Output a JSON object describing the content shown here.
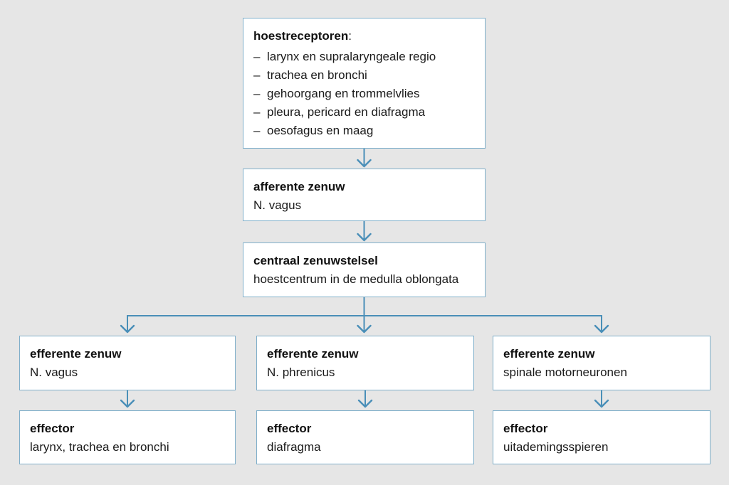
{
  "colors": {
    "background": "#e6e6e6",
    "box_fill": "#ffffff",
    "box_border": "#7fafca",
    "arrow": "#4a8fb8",
    "text": "#1a1a1a",
    "title": "#111111"
  },
  "diagram": {
    "receptors": {
      "title": "hoestreceptoren",
      "title_suffix": ":",
      "bullet": "–",
      "items": [
        "larynx en supralaryngeale regio",
        "trachea en bronchi",
        "gehoorgang en trommelvlies",
        "pleura, pericard en diafragma",
        "oesofagus en maag"
      ]
    },
    "afferent": {
      "title": "afferente zenuw",
      "body": "N. vagus"
    },
    "central": {
      "title": "centraal zenuwstelsel",
      "body": "hoestcentrum in de medulla oblongata"
    },
    "efferent": [
      {
        "title": "efferente zenuw",
        "body": "N. vagus"
      },
      {
        "title": "efferente zenuw",
        "body": "N. phrenicus"
      },
      {
        "title": "efferente zenuw",
        "body": "spinale motorneuronen"
      }
    ],
    "effectors": [
      {
        "title": "effector",
        "body": "larynx, trachea en bronchi"
      },
      {
        "title": "effector",
        "body": "diafragma"
      },
      {
        "title": "effector",
        "body": "uitademingsspieren"
      }
    ]
  }
}
